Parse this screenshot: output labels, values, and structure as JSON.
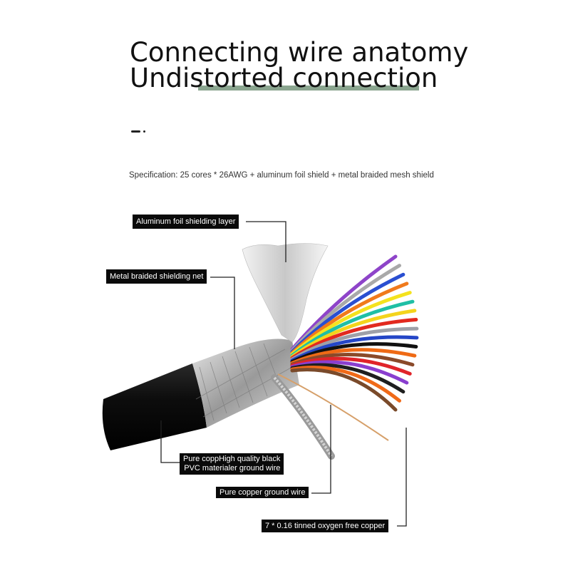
{
  "header": {
    "title_line1": "Connecting wire anatomy",
    "title_line2": "Undistorted connection",
    "accent_color": "#8aa58f"
  },
  "specification": "Specification: 25 cores * 26AWG + aluminum foil shield + metal braided mesh shield",
  "callouts": [
    {
      "id": "foil",
      "text": "Aluminum foil shielding layer"
    },
    {
      "id": "braid",
      "text": "Metal braided shielding net"
    },
    {
      "id": "jacket",
      "line1": "Pure coppHigh quality black",
      "line2": "PVC materialer ground wire"
    },
    {
      "id": "ground",
      "text": "Pure copper ground wire"
    },
    {
      "id": "conductor",
      "text": "7 * 0.16 tinned oxygen free copper"
    }
  ],
  "image": {
    "subject": "multi-core shielded cable with exposed colored wires",
    "wire_colors": [
      "#8e44c9",
      "#a9a9a9",
      "#2a4fd1",
      "#f07a1c",
      "#f4e21e",
      "#1fbfa5",
      "#f4d41c",
      "#e2291f",
      "#9ea0a8",
      "#2446c7",
      "#111111",
      "#ef6a15",
      "#8a4a2a",
      "#e0242a",
      "#8a3fcf",
      "#1f1f1f",
      "#f06a18",
      "#7a4a2a"
    ]
  }
}
